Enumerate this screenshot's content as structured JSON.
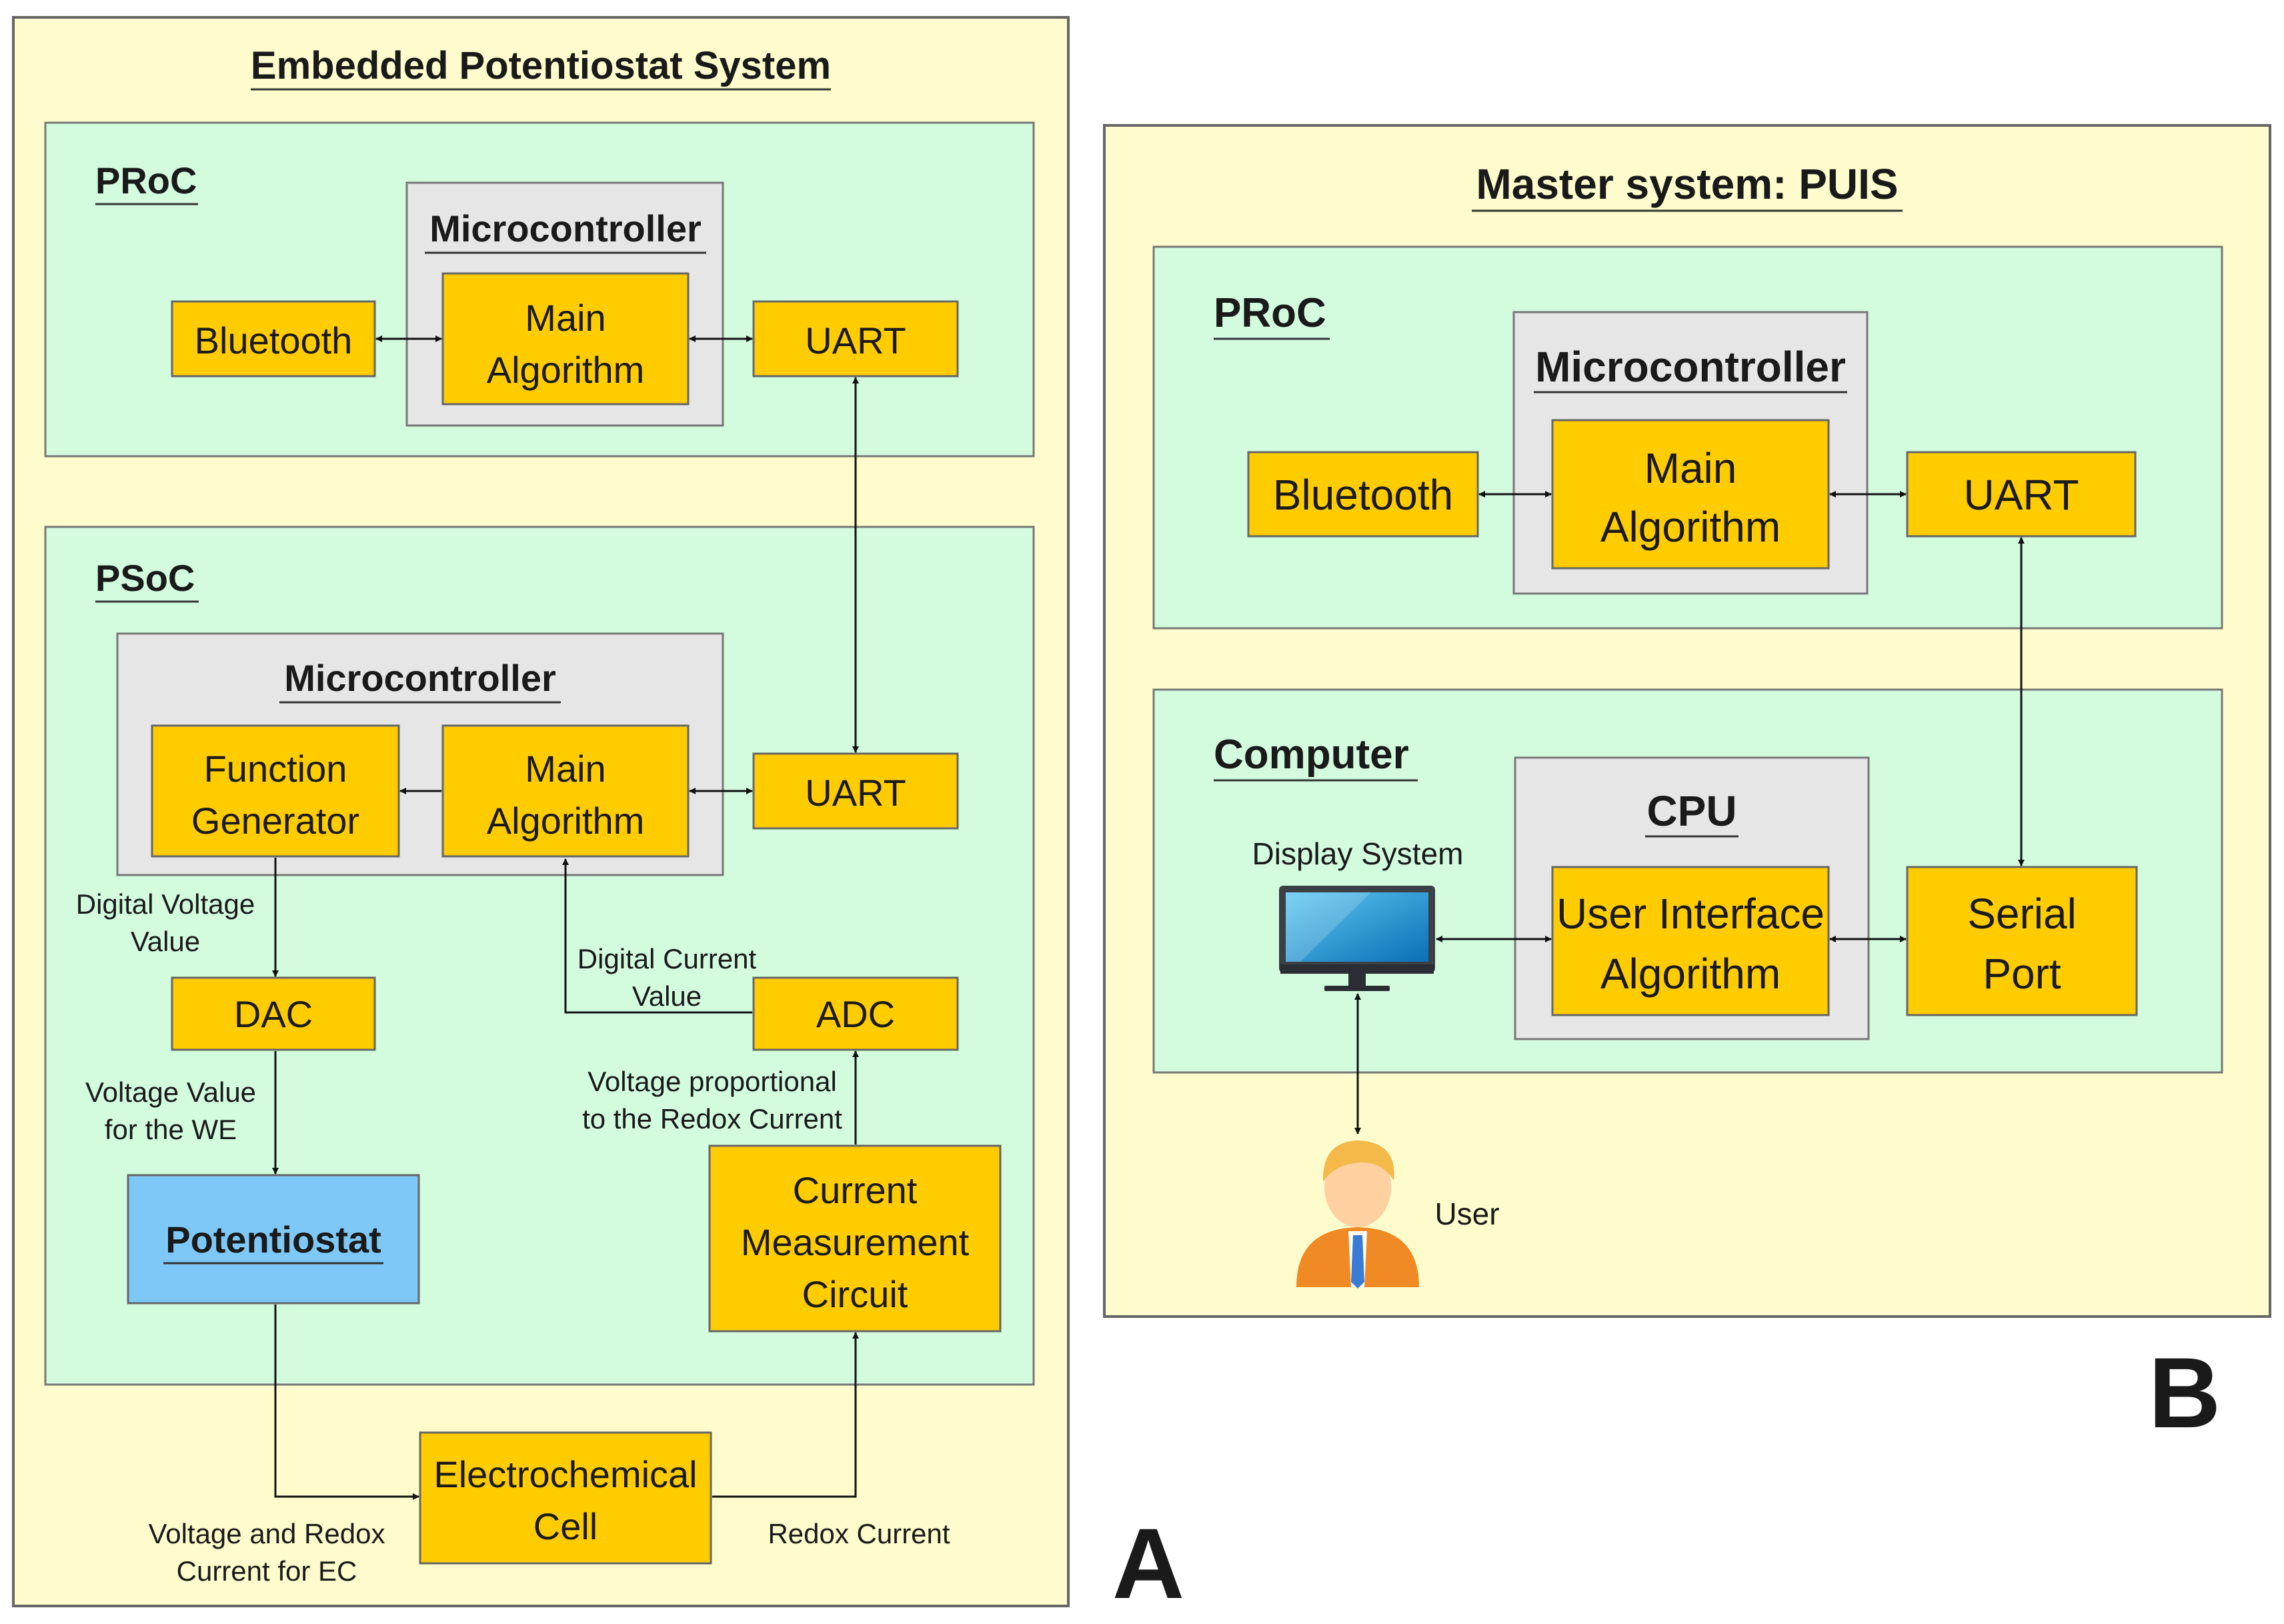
{
  "panel_a": {
    "title": "Embedded Potentiostat System",
    "letter": "A",
    "proc": {
      "title": "PRoC",
      "mcu_title": "Microcontroller",
      "bluetooth": "Bluetooth",
      "main_algorithm": [
        "Main",
        "Algorithm"
      ],
      "uart": "UART"
    },
    "psoc": {
      "title": "PSoC",
      "mcu_title": "Microcontroller",
      "function_generator": [
        "Function",
        "Generator"
      ],
      "main_algorithm": [
        "Main",
        "Algorithm"
      ],
      "uart": "UART",
      "dac": "DAC",
      "adc": "ADC",
      "potentiostat": "Potentiostat",
      "current_measurement": [
        "Current",
        "Measurement",
        "Circuit"
      ]
    },
    "electrochemical_cell": [
      "Electrochemical",
      "Cell"
    ],
    "labels": {
      "digital_voltage": [
        "Digital Voltage",
        "Value"
      ],
      "voltage_we": [
        "Voltage Value",
        "for the WE"
      ],
      "digital_current": [
        "Digital Current",
        "Value"
      ],
      "voltage_proportional": [
        "Voltage proportional",
        "to the Redox Current"
      ],
      "voltage_redox_ec": [
        "Voltage and Redox",
        "Current for EC"
      ],
      "redox_current": "Redox Current"
    }
  },
  "panel_b": {
    "title": "Master system: PUIS",
    "letter": "B",
    "proc": {
      "title": "PRoC",
      "mcu_title": "Microcontroller",
      "bluetooth": "Bluetooth",
      "main_algorithm": [
        "Main",
        "Algorithm"
      ],
      "uart": "UART"
    },
    "computer": {
      "title": "Computer",
      "cpu_title": "CPU",
      "ui_algorithm": [
        "User Interface",
        "Algorithm"
      ],
      "serial_port": [
        "Serial",
        "Port"
      ],
      "display_label": "Display System",
      "user_label": "User"
    }
  },
  "colors": {
    "outer_bg": "#fefccc",
    "subsystem_bg": "#d3fcdf",
    "mcu_bg": "#e6e6e6",
    "block": "#ffcc00",
    "potentiostat": "#7ec8f7",
    "stroke": "#555555"
  }
}
